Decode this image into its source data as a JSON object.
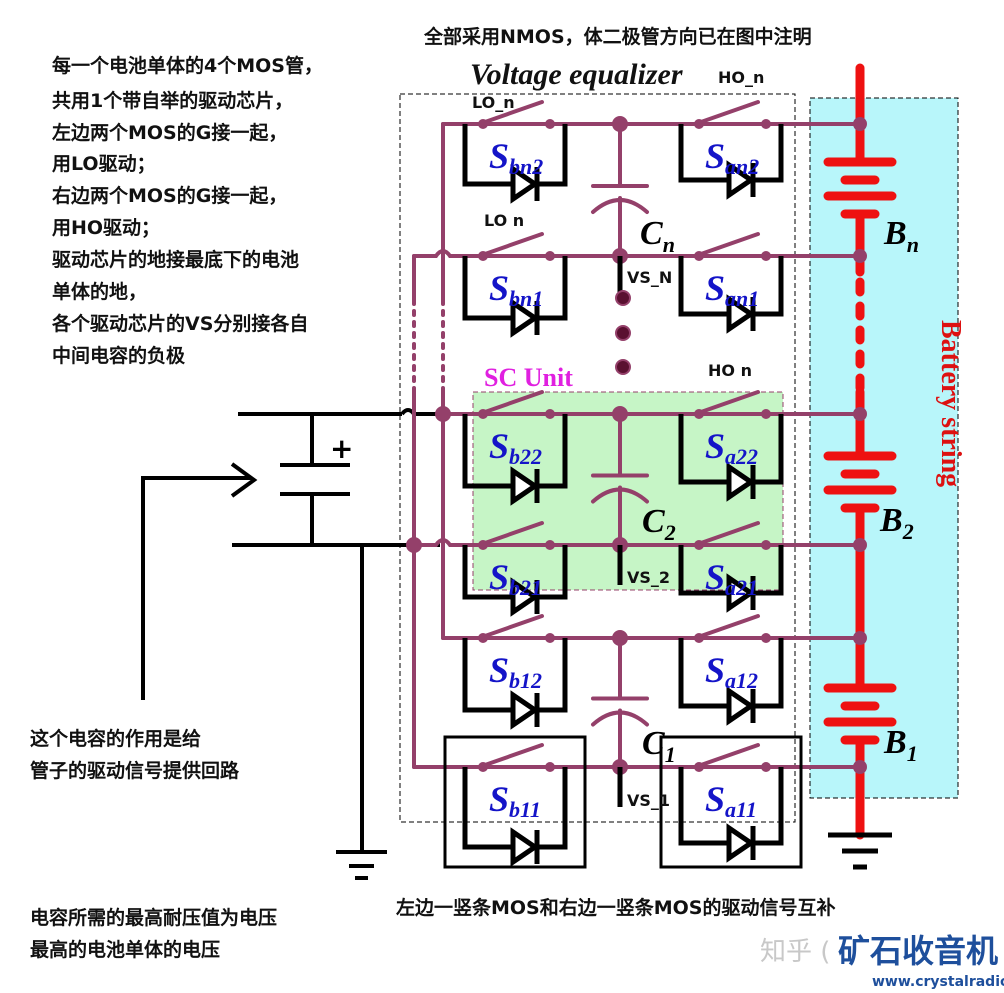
{
  "title_note": "全部采用NMOS，体二极管方向已在图中注明",
  "equalizer_label": "Voltage equalizer",
  "left_notes": [
    "每一个电池单体的4个MOS管，",
    "共用1个带自举的驱动芯片，",
    "左边两个MOS的G接一起，",
    "用LO驱动；",
    "右边两个MOS的G接一起，",
    "用HO驱动；",
    "驱动芯片的地接最底下的电池",
    "单体的地，",
    "各个驱动芯片的VS分别接各自",
    "中间电容的负极"
  ],
  "cap_note": [
    "这个电容的作用是给",
    "管子的驱动信号提供回路"
  ],
  "voltage_note": [
    "电容所需的最高耐压值为电压",
    "最高的电池单体的电压"
  ],
  "complement_note": "左边一竖条MOS和右边一竖条MOS的驱动信号互补",
  "sc_unit_label": "SC Unit",
  "battery_string_label": "Battery string",
  "gate_labels": {
    "ho_top": "HO_n",
    "lo_top": "LO_n",
    "lo_mid": "LO n",
    "ho_mid": "HO n"
  },
  "vs_labels": {
    "n": "VS_N",
    "2": "VS_2",
    "1": "VS_1"
  },
  "capacitors": [
    {
      "main": "C",
      "sub": "n"
    },
    {
      "main": "C",
      "sub": "2"
    },
    {
      "main": "C",
      "sub": "1"
    }
  ],
  "batteries": [
    {
      "main": "B",
      "sub": "n"
    },
    {
      "main": "B",
      "sub": "2"
    },
    {
      "main": "B",
      "sub": "1"
    }
  ],
  "switches": {
    "bn2": {
      "main": "S",
      "sub": "bn2"
    },
    "an2": {
      "main": "S",
      "sub": "an2"
    },
    "bn1": {
      "main": "S",
      "sub": "bn1"
    },
    "an1": {
      "main": "S",
      "sub": "an1"
    },
    "b22": {
      "main": "S",
      "sub": "b22"
    },
    "a22": {
      "main": "S",
      "sub": "a22"
    },
    "b21": {
      "main": "S",
      "sub": "b21"
    },
    "a21": {
      "main": "S",
      "sub": "a21"
    },
    "b12": {
      "main": "S",
      "sub": "b12"
    },
    "a12": {
      "main": "S",
      "sub": "a12"
    },
    "b11": {
      "main": "S",
      "sub": "b11"
    },
    "a11": {
      "main": "S",
      "sub": "a11"
    }
  },
  "plus_sign": "+",
  "watermark": {
    "zhihu": "知乎 (",
    "brand": "矿石收音机",
    "url": "www.crystalradio.cn"
  },
  "colors": {
    "wire": "#94406a",
    "battery": "#ee1111",
    "switch_label": "#1414c8",
    "sc_unit_fill": "#c6f5c6",
    "sc_unit_text": "#e020e0",
    "battery_box_fill": "#b8f6fa",
    "battery_label": "#dd1111",
    "brand": "#1e4f9c"
  }
}
